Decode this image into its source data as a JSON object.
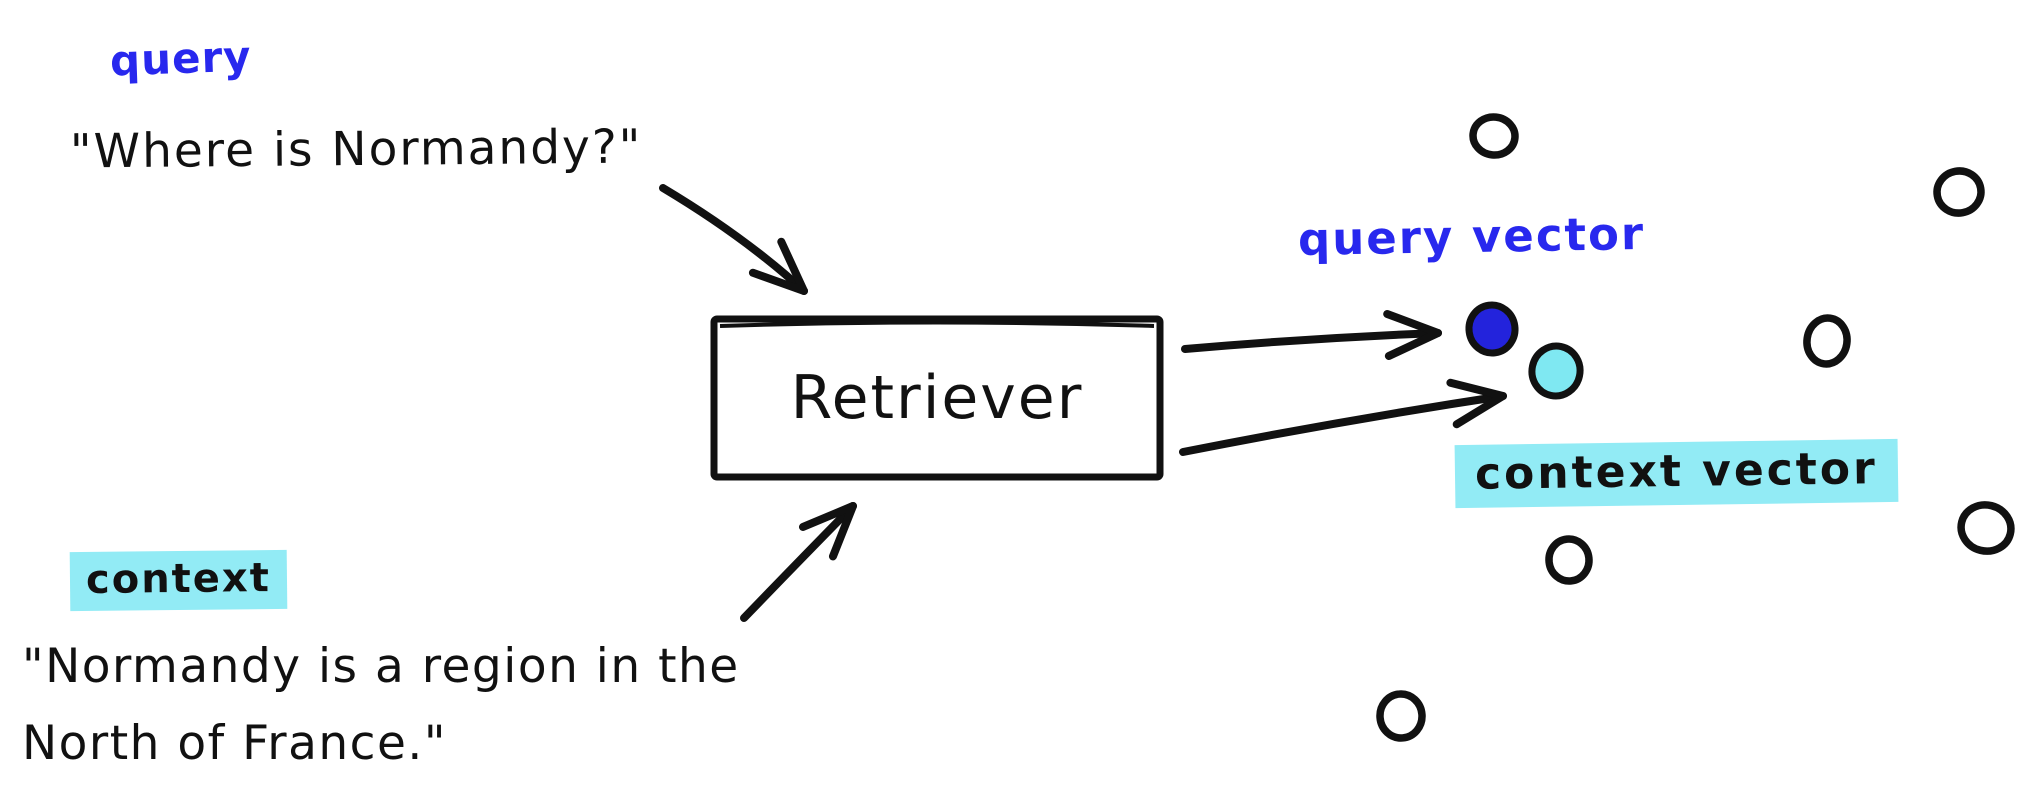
{
  "diagram": {
    "query": {
      "label": "query",
      "text": "\"Where is Normandy?\""
    },
    "retriever": {
      "label": "Retriever"
    },
    "context": {
      "label": "context",
      "text_line1": "\"Normandy is a region in the",
      "text_line2": "North of France.\""
    },
    "query_vector": {
      "label": "query vector"
    },
    "context_vector": {
      "label": "context vector"
    },
    "other_vectors_count": 6
  },
  "graph": {
    "nodes": [
      "query",
      "context",
      "Retriever",
      "query vector",
      "context vector"
    ],
    "edges": [
      {
        "from": "query",
        "to": "Retriever"
      },
      {
        "from": "context",
        "to": "Retriever"
      },
      {
        "from": "Retriever",
        "to": "query vector"
      },
      {
        "from": "Retriever",
        "to": "context vector"
      }
    ]
  },
  "colors": {
    "ink": "#111111",
    "blue_text": "#2828ee",
    "blue_dot": "#2323dc",
    "cyan_fill": "#7fe8f2",
    "cyan_highlight": "#92ebf5",
    "background": "#ffffff"
  }
}
